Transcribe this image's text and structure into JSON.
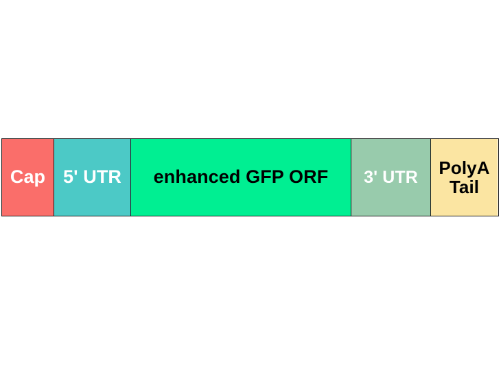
{
  "diagram": {
    "type": "mrna-construct-schematic",
    "background_color": "#ffffff",
    "border_color": "#1a1a1a",
    "segments": [
      {
        "id": "cap",
        "label": "Cap",
        "fill_color": "#FA6E6A",
        "text_color": "#ffffff"
      },
      {
        "id": "utr5",
        "label": "5' UTR",
        "fill_color": "#4CC9C6",
        "text_color": "#ffffff"
      },
      {
        "id": "orf",
        "label": "enhanced GFP ORF",
        "fill_color": "#00EF92",
        "text_color": "#000000"
      },
      {
        "id": "utr3",
        "label": "3' UTR",
        "fill_color": "#98CBAC",
        "text_color": "#ffffff"
      },
      {
        "id": "polya",
        "label": "PolyA\nTail",
        "fill_color": "#FBE5A2",
        "text_color": "#000000"
      }
    ]
  }
}
